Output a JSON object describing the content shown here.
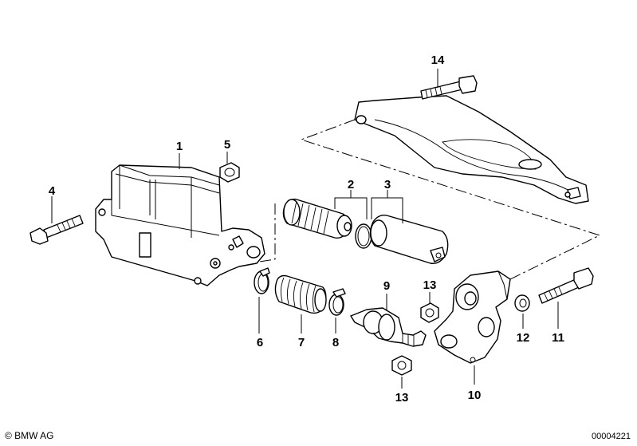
{
  "copyright": "© BMW AG",
  "image_number": "00004221",
  "labels": {
    "l1": "1",
    "l2": "2",
    "l3": "3",
    "l4": "4",
    "l5": "5",
    "l6": "6",
    "l7": "7",
    "l8": "8",
    "l9": "9",
    "l10": "10",
    "l11": "11",
    "l12": "12",
    "l13a": "13",
    "l13b": "13",
    "l14": "14"
  }
}
